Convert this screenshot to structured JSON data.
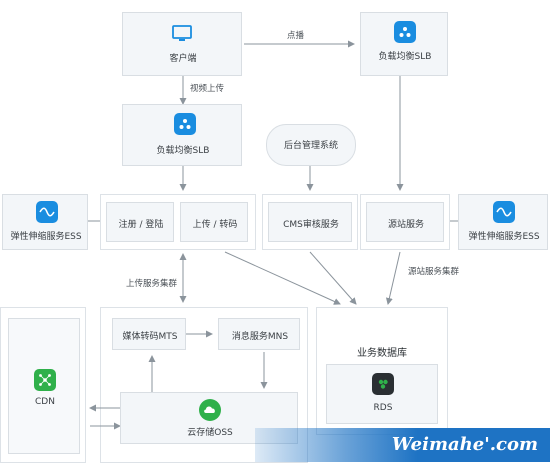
{
  "nodes": {
    "client": "客户端",
    "slb_top": "负载均衡SLB",
    "slb_mid": "负载均衡SLB",
    "admin": "后台管理系统",
    "ess_left": "弹性伸缩服务ESS",
    "register": "注册 / 登陆",
    "upload": "上传 / 转码",
    "cms": "CMS审核服务",
    "origin": "源站服务",
    "ess_right": "弹性伸缩服务ESS",
    "cdn": "CDN",
    "mts": "媒体转码MTS",
    "mns": "消息服务MNS",
    "oss": "云存储OSS",
    "db_title": "业务数据库",
    "rds": "RDS"
  },
  "edges": {
    "play": "点播",
    "video_upload": "视频上传",
    "upload_cluster": "上传服务集群",
    "origin_cluster": "源站服务集群"
  },
  "watermark": "Weimahe'.com",
  "colors": {
    "accent": "#1a8de0",
    "green": "#2fb04a",
    "dark": "#2a2f33",
    "box": "#f3f6f9",
    "border": "#d9dee3",
    "line": "#8b949c",
    "watermark_band": "#1e73c4"
  },
  "icons": {
    "client": "monitor-icon",
    "slb": "load-balancer-icon",
    "ess": "elastic-scaling-icon",
    "cdn": "cdn-network-icon",
    "oss": "cloud-storage-icon",
    "rds": "database-icon"
  }
}
